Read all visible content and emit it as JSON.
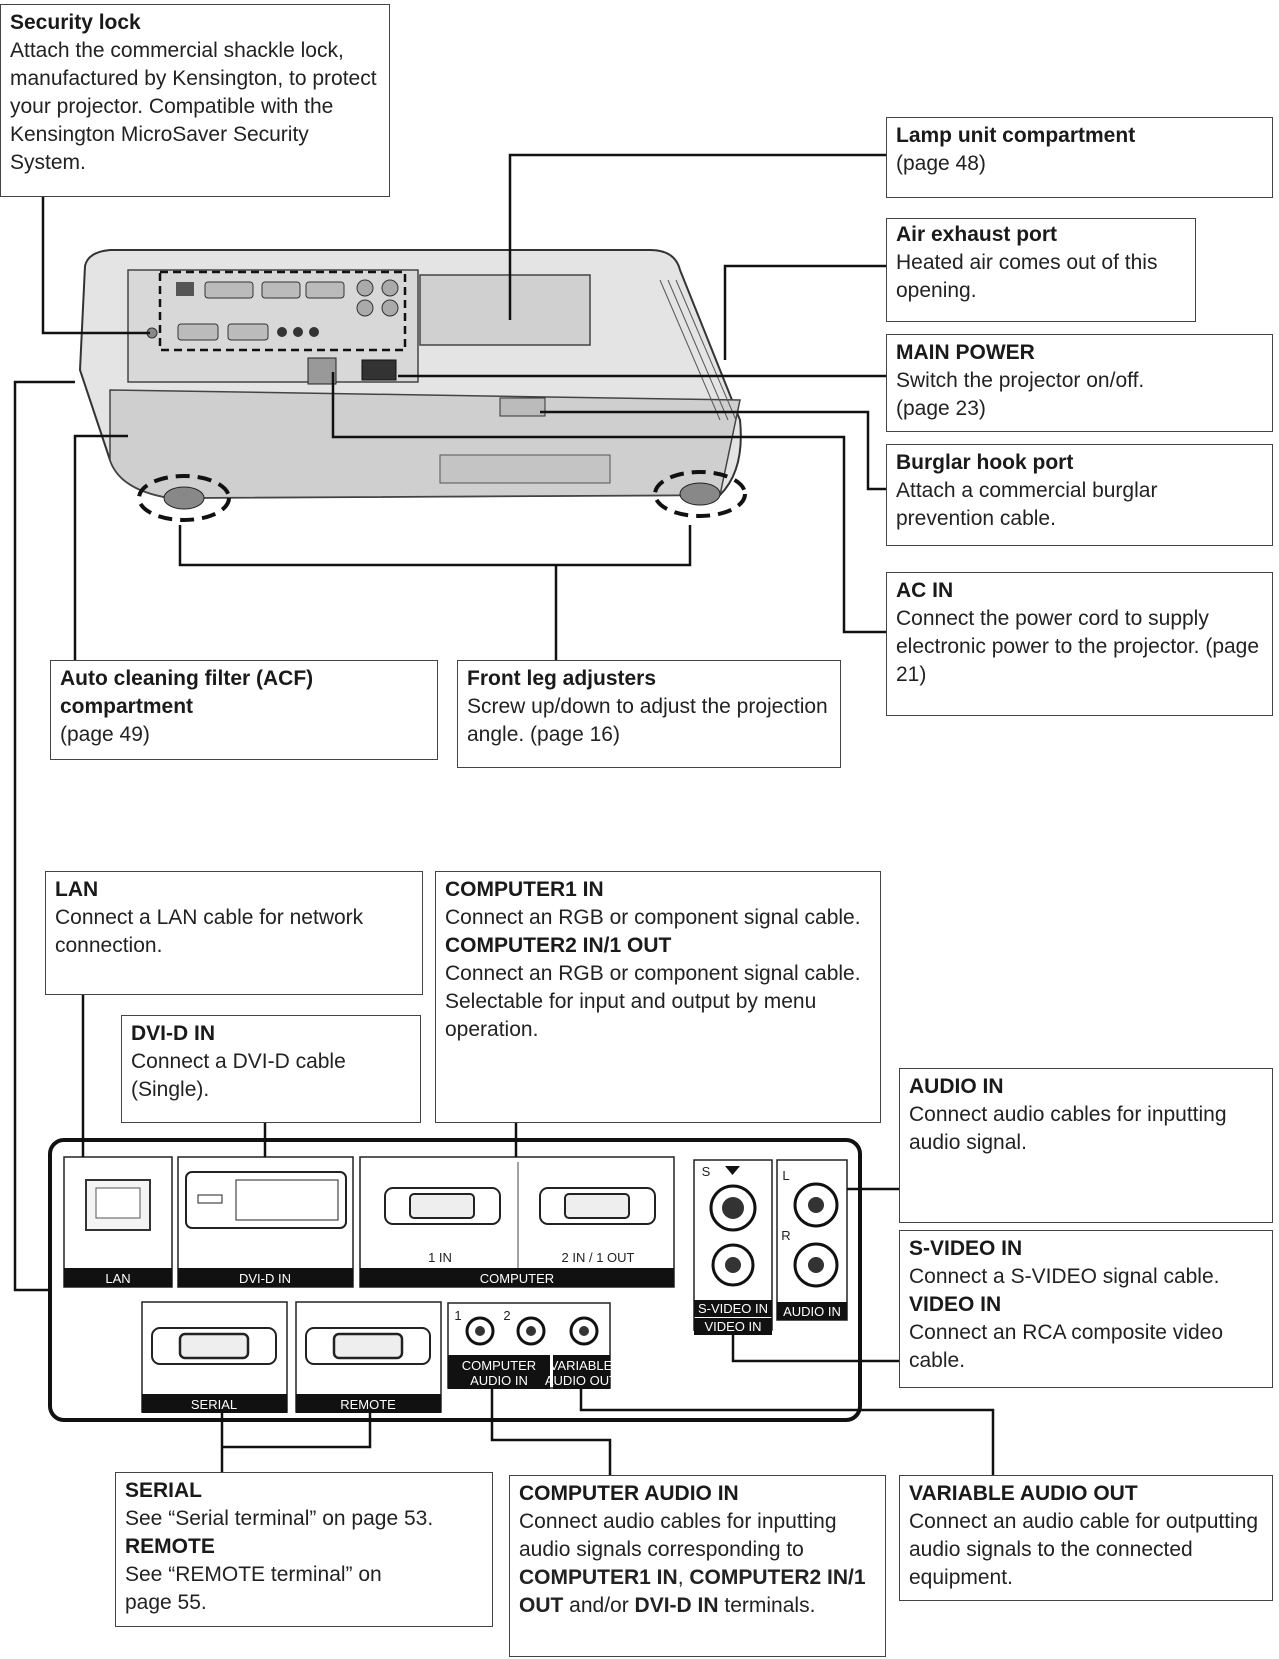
{
  "callouts": {
    "security_lock": {
      "title": "Security lock",
      "desc": "Attach the commercial shackle lock, manufactured by Kensington, to protect your projector. Compatible with the Kensington MicroSaver Security System."
    },
    "lamp_unit": {
      "title": "Lamp unit compartment",
      "desc": "(page 48)"
    },
    "air_exhaust": {
      "title": "Air exhaust port",
      "desc": "Heated air comes out of this opening."
    },
    "main_power": {
      "title": "MAIN POWER",
      "desc": "Switch the projector on/off. (page 23)"
    },
    "burglar_hook": {
      "title": "Burglar hook port",
      "desc": "Attach a commercial burglar prevention cable."
    },
    "ac_in": {
      "title": "AC IN",
      "desc": "Connect the power cord to supply electronic power to the projector. (page 21)"
    },
    "acf": {
      "title": "Auto cleaning filter (ACF) compartment",
      "desc": "(page 49)"
    },
    "front_leg": {
      "title": "Front leg adjusters",
      "desc": "Screw up/down to adjust the projection angle. (page 16)"
    },
    "lan": {
      "title": "LAN",
      "desc": "Connect a LAN cable for network connection."
    },
    "dvi": {
      "title": "DVI-D IN",
      "desc": "Connect a DVI-D cable (Single)."
    },
    "computer": {
      "title1": "COMPUTER1 IN",
      "desc1": "Connect an RGB or component signal cable.",
      "title2": "COMPUTER2 IN/1 OUT",
      "desc2": "Connect an RGB or component signal cable. Selectable for input and output by menu operation."
    },
    "audio_in": {
      "title": "AUDIO IN",
      "desc": "Connect audio cables for inputting audio signal."
    },
    "svideo": {
      "title1": "S-VIDEO IN",
      "desc1": "Connect a S-VIDEO signal cable.",
      "title2": "VIDEO IN",
      "desc2": "Connect an RCA composite video cable."
    },
    "serial_remote": {
      "title1": "SERIAL",
      "desc1": "See “Serial terminal” on page 53.",
      "title2": "REMOTE",
      "desc2": "See “REMOTE terminal” on page 55."
    },
    "computer_audio": {
      "title": "COMPUTER AUDIO IN",
      "desc_a": "Connect audio cables for inputting audio signals corresponding to ",
      "b1": "COMPUTER1 IN",
      "sep1": ", ",
      "b2": "COMPUTER2 IN/1 OUT",
      "sep2": " and/or ",
      "b3": "DVI-D IN",
      "desc_b": " terminals."
    },
    "variable_audio": {
      "title": "VARIABLE AUDIO OUT",
      "desc": "Connect an audio cable for outputting audio signals to the connected equipment."
    }
  },
  "panel_labels": {
    "lan": "LAN",
    "dvi": "DVI-D IN",
    "computer": "COMPUTER",
    "in1": "1 IN",
    "in2": "2 IN / 1 OUT",
    "serial": "SERIAL",
    "remote": "REMOTE",
    "svideo_in": "S-VIDEO IN",
    "video_in": "VIDEO IN",
    "audio_in": "AUDIO IN",
    "comp_audio_1": "COMPUTER",
    "comp_audio_2": "AUDIO IN",
    "var_1": "VARIABLE",
    "var_2": "AUDIO OUT",
    "s": "S",
    "l": "L",
    "r": "R",
    "n1": "1",
    "n2": "2"
  }
}
